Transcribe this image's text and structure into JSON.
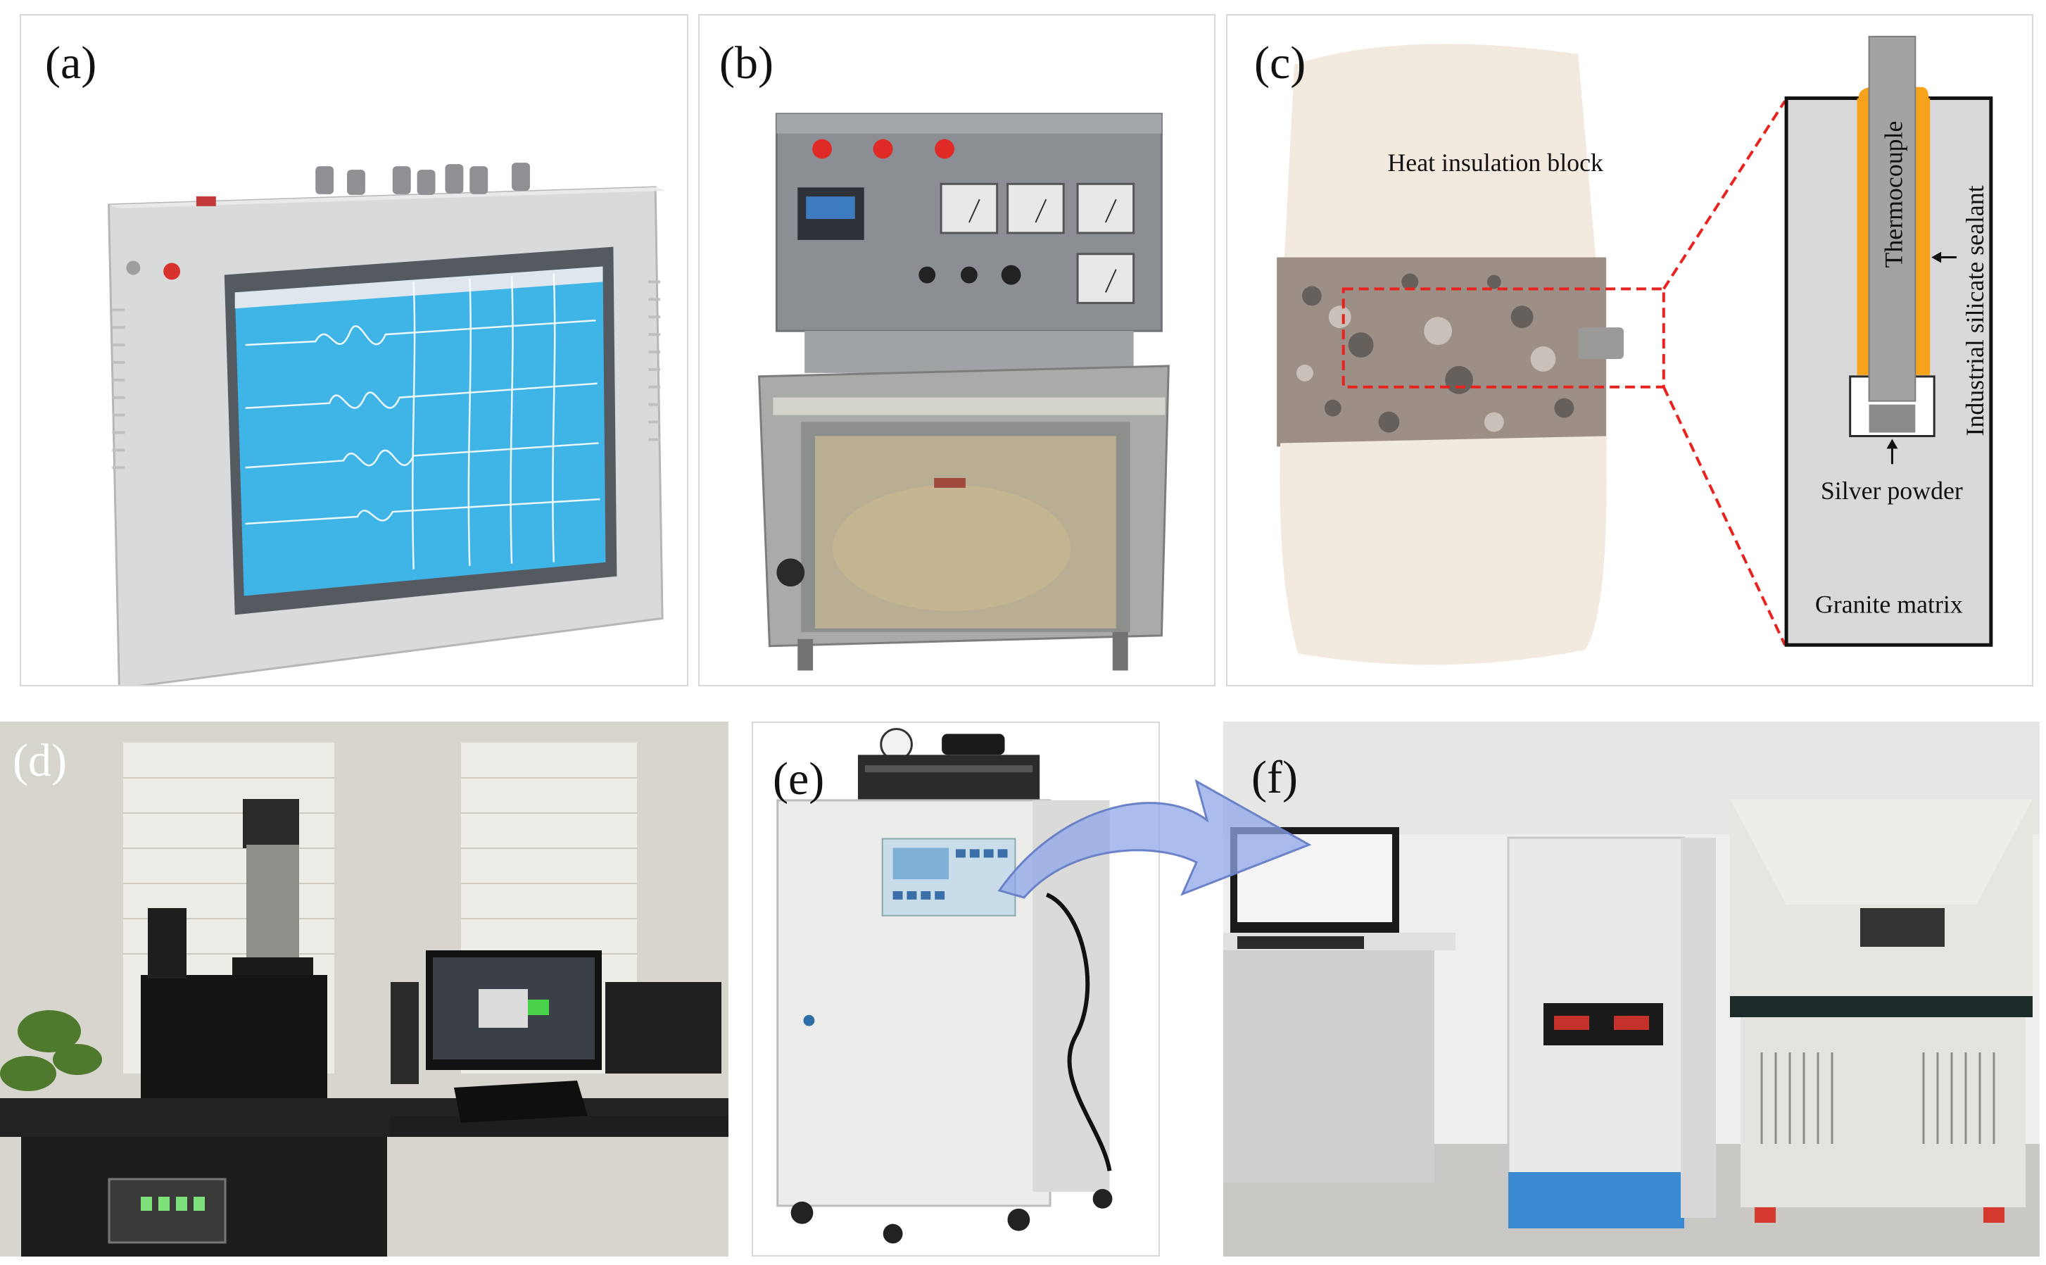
{
  "panels": {
    "a": {
      "label": "(a)"
    },
    "b": {
      "label": "(b)"
    },
    "c": {
      "label": "(c)",
      "annotations": {
        "insulation": "Heat insulation block",
        "thermocouple": "Thermocouple",
        "sealant": "Industrial silicate sealant",
        "silver": "Silver powder",
        "granite": "Granite matrix"
      }
    },
    "d": {
      "label": "(d)"
    },
    "e": {
      "label": "(e)"
    },
    "f": {
      "label": "(f)"
    }
  },
  "colors": {
    "screen_blue": "#3fb4e6",
    "dash_red": "#e8231f",
    "sealant_orange": "#f7a21b",
    "arrow_blue": "#8fa6ea"
  }
}
